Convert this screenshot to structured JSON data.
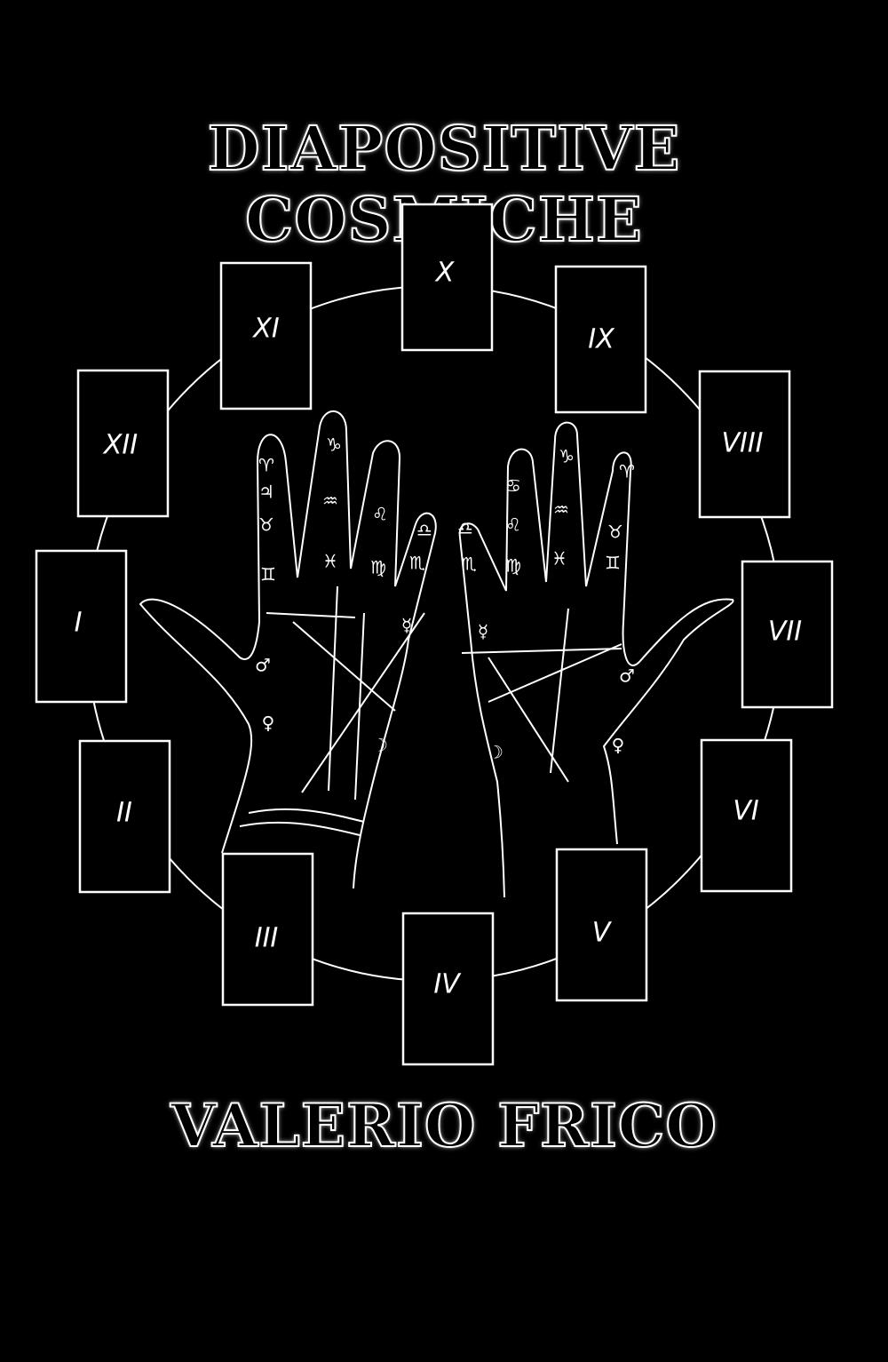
{
  "cover": {
    "title": "DIAPOSITIVE COSMICHE",
    "author": "VALERIO FRICO",
    "colors": {
      "background": "#000000",
      "line": "#ffffff"
    }
  },
  "houses": [
    "I",
    "II",
    "III",
    "IV",
    "V",
    "VI",
    "VII",
    "VIII",
    "IX",
    "X",
    "XI",
    "XII"
  ],
  "left_hand_glyphs": [
    "♈",
    "♃",
    "♉",
    "♊",
    "♑",
    "♒",
    "♓",
    "♌",
    "♍",
    "♎",
    "♏",
    "♂",
    "♀",
    "☽",
    "☿"
  ],
  "right_hand_glyphs": [
    "♈",
    "♉",
    "♊",
    "♑",
    "♒",
    "♓",
    "♋",
    "♌",
    "♍",
    "♎",
    "♏",
    "♂",
    "♀",
    "☽",
    "☿"
  ]
}
